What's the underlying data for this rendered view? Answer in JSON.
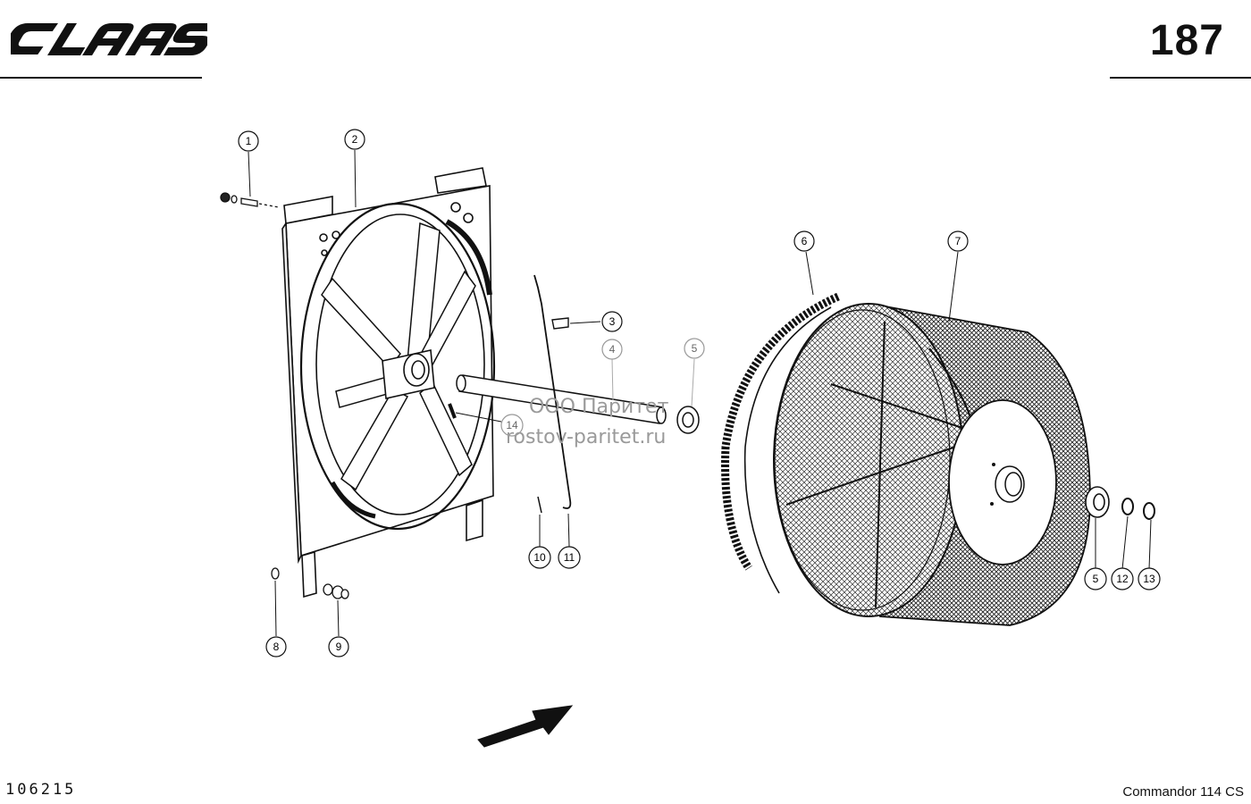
{
  "header": {
    "brand": "CLAAS",
    "page_number": "187"
  },
  "footer": {
    "drawing_number": "106215",
    "model": "Commandor 114 CS"
  },
  "watermark": {
    "line1": "ООО Паритет",
    "line2": "rostov-paritet.ru"
  },
  "callouts": [
    "1",
    "2",
    "3",
    "4",
    "5",
    "6",
    "7",
    "8",
    "9",
    "10",
    "11",
    "12",
    "13",
    "14",
    "5"
  ]
}
